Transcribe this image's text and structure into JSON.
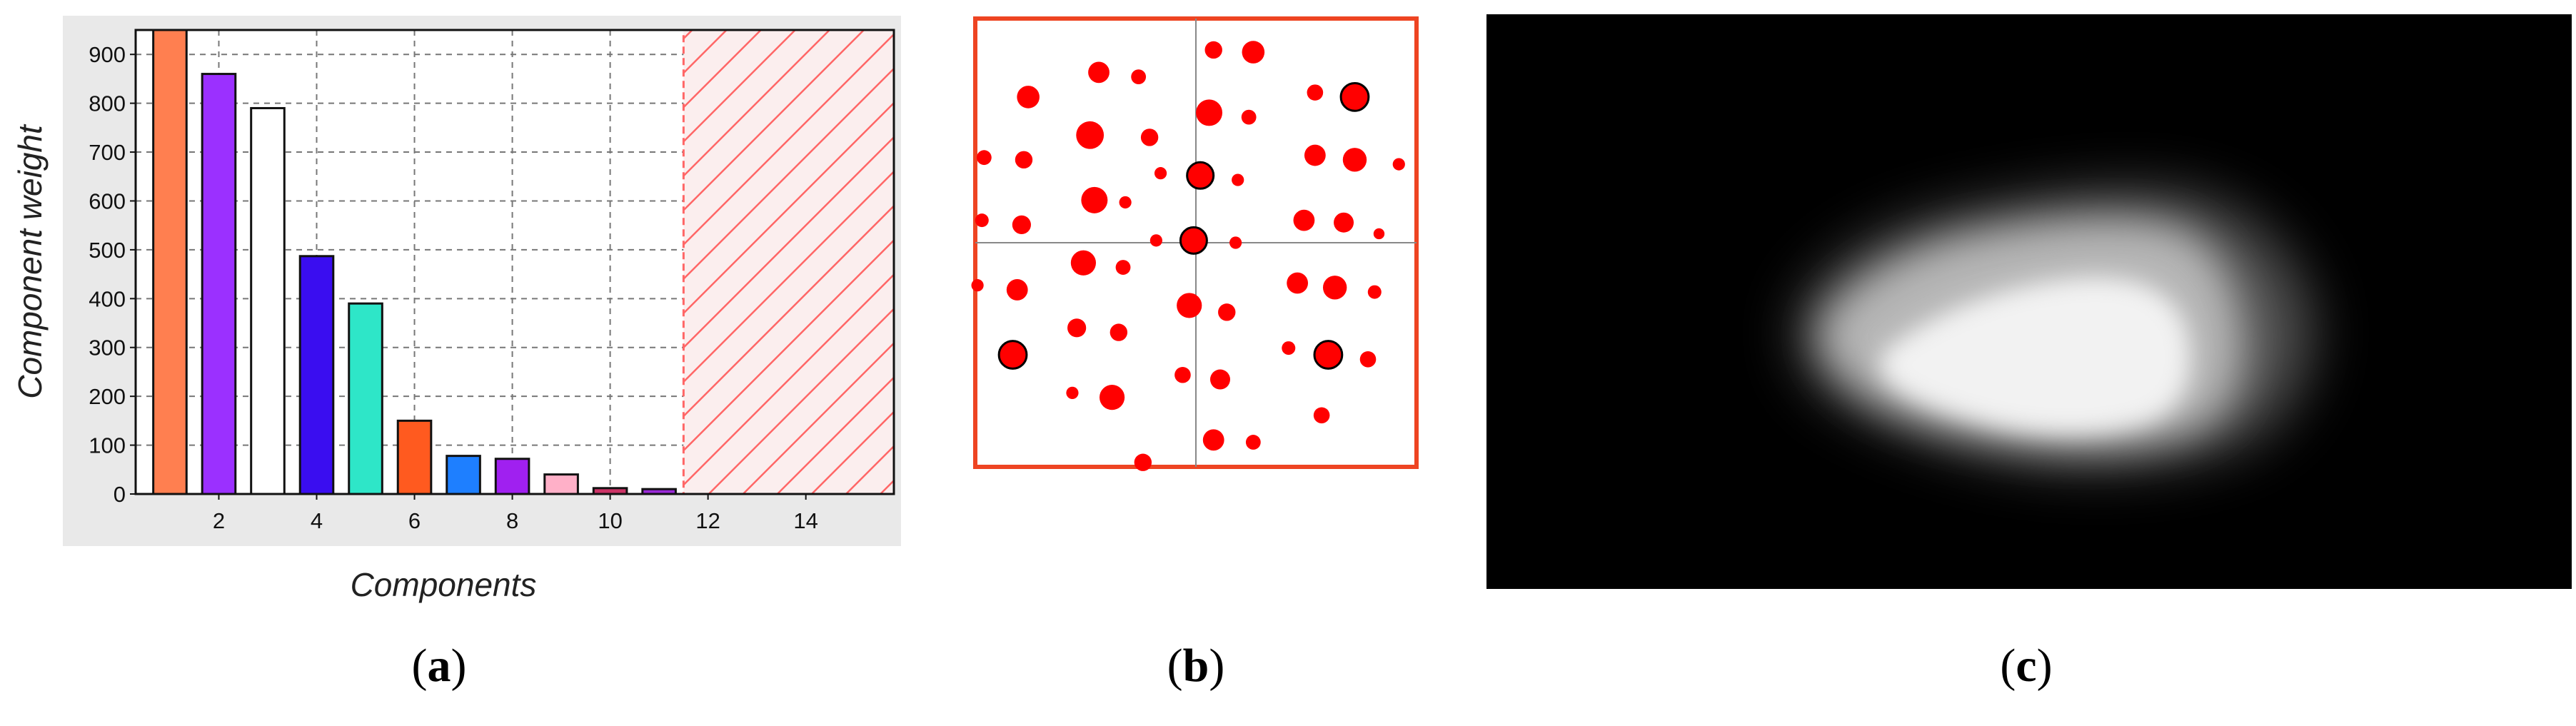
{
  "captions": {
    "a": {
      "open": "(",
      "letter": "a",
      "close": ")"
    },
    "b": {
      "open": "(",
      "letter": "b",
      "close": ")"
    },
    "c": {
      "open": "(",
      "letter": "c",
      "close": ")"
    }
  },
  "chart_data": [
    {
      "type": "bar",
      "title": "",
      "xlabel": "Components",
      "ylabel": "Component weight",
      "x": [
        1,
        2,
        3,
        4,
        5,
        6,
        7,
        8,
        9,
        10,
        11
      ],
      "values": [
        950,
        860,
        790,
        487,
        390,
        150,
        78,
        72,
        40,
        12,
        10
      ],
      "colors": [
        "#ff7f50",
        "#9b30ff",
        "#ffffff",
        "#3a0df0",
        "#2ee6c8",
        "#ff5a1f",
        "#1e7fff",
        "#a020f0",
        "#ffb0c8",
        "#cc3366",
        "#9a2ad8"
      ],
      "xlim": [
        0.3,
        15.8
      ],
      "ylim": [
        0,
        950
      ],
      "xticks": [
        2,
        4,
        6,
        8,
        10,
        12,
        14
      ],
      "yticks": [
        0,
        100,
        200,
        300,
        400,
        500,
        600,
        700,
        800,
        900
      ],
      "grid": true,
      "excluded_region": {
        "from": 11.5,
        "to": 15.8,
        "color": "#ff6666"
      },
      "background": "#e9e9e9"
    },
    {
      "type": "scatter",
      "title": "",
      "xlabel": "",
      "ylabel": "",
      "marker_color": "#ff0000",
      "frame_color": "#ee4422",
      "highlight_outline": "#000000",
      "xlim": [
        -1,
        1
      ],
      "ylim": [
        -1,
        1
      ],
      "points": [
        {
          "x": 0.08,
          "y": 0.86,
          "s": 0.8
        },
        {
          "x": 0.26,
          "y": 0.85,
          "s": 1.2
        },
        {
          "x": -0.44,
          "y": 0.76,
          "s": 1.1
        },
        {
          "x": -0.26,
          "y": 0.74,
          "s": 0.6
        },
        {
          "x": -0.76,
          "y": 0.65,
          "s": 1.2
        },
        {
          "x": 0.54,
          "y": 0.67,
          "s": 0.7
        },
        {
          "x": 0.72,
          "y": 0.65,
          "s": 1.6,
          "highlight": true
        },
        {
          "x": 0.06,
          "y": 0.58,
          "s": 1.5
        },
        {
          "x": 0.24,
          "y": 0.56,
          "s": 0.6
        },
        {
          "x": -0.48,
          "y": 0.48,
          "s": 1.6
        },
        {
          "x": -0.21,
          "y": 0.47,
          "s": 0.8
        },
        {
          "x": -0.96,
          "y": 0.38,
          "s": 0.6
        },
        {
          "x": -0.78,
          "y": 0.37,
          "s": 0.8
        },
        {
          "x": 0.54,
          "y": 0.39,
          "s": 1.1
        },
        {
          "x": 0.72,
          "y": 0.37,
          "s": 1.3
        },
        {
          "x": 0.92,
          "y": 0.35,
          "s": 0.4
        },
        {
          "x": -0.16,
          "y": 0.31,
          "s": 0.4
        },
        {
          "x": 0.02,
          "y": 0.3,
          "s": 1.5,
          "highlight": true
        },
        {
          "x": 0.19,
          "y": 0.28,
          "s": 0.4
        },
        {
          "x": -0.46,
          "y": 0.19,
          "s": 1.5
        },
        {
          "x": -0.32,
          "y": 0.18,
          "s": 0.4
        },
        {
          "x": 0.49,
          "y": 0.1,
          "s": 1.1
        },
        {
          "x": 0.67,
          "y": 0.09,
          "s": 1.0
        },
        {
          "x": -0.97,
          "y": 0.1,
          "s": 0.5
        },
        {
          "x": -0.79,
          "y": 0.08,
          "s": 0.9
        },
        {
          "x": -0.18,
          "y": 0.01,
          "s": 0.4
        },
        {
          "x": 0.83,
          "y": 0.04,
          "s": 0.3
        },
        {
          "x": -0.01,
          "y": 0.01,
          "s": 1.5,
          "highlight": true
        },
        {
          "x": 0.18,
          "y": 0.0,
          "s": 0.4
        },
        {
          "x": -0.51,
          "y": -0.09,
          "s": 1.4
        },
        {
          "x": -0.33,
          "y": -0.11,
          "s": 0.6
        },
        {
          "x": -0.99,
          "y": -0.19,
          "s": 0.4
        },
        {
          "x": -0.81,
          "y": -0.21,
          "s": 1.1
        },
        {
          "x": 0.46,
          "y": -0.18,
          "s": 1.1
        },
        {
          "x": 0.63,
          "y": -0.2,
          "s": 1.3
        },
        {
          "x": 0.81,
          "y": -0.22,
          "s": 0.5
        },
        {
          "x": -0.03,
          "y": -0.28,
          "s": 1.4
        },
        {
          "x": 0.14,
          "y": -0.31,
          "s": 0.8
        },
        {
          "x": -0.54,
          "y": -0.38,
          "s": 0.9
        },
        {
          "x": -0.35,
          "y": -0.4,
          "s": 0.8
        },
        {
          "x": -0.83,
          "y": -0.5,
          "s": 1.6,
          "highlight": true
        },
        {
          "x": 0.42,
          "y": -0.47,
          "s": 0.5
        },
        {
          "x": 0.6,
          "y": -0.5,
          "s": 1.6,
          "highlight": true
        },
        {
          "x": 0.78,
          "y": -0.52,
          "s": 0.7
        },
        {
          "x": -0.06,
          "y": -0.59,
          "s": 0.7
        },
        {
          "x": 0.11,
          "y": -0.61,
          "s": 1.0
        },
        {
          "x": -0.56,
          "y": -0.67,
          "s": 0.4
        },
        {
          "x": -0.38,
          "y": -0.69,
          "s": 1.4
        },
        {
          "x": 0.57,
          "y": -0.77,
          "s": 0.7
        },
        {
          "x": 0.08,
          "y": -0.88,
          "s": 1.1
        },
        {
          "x": 0.26,
          "y": -0.89,
          "s": 0.6
        },
        {
          "x": -0.24,
          "y": -0.98,
          "s": 0.8
        }
      ]
    }
  ],
  "image_c": {
    "background": "#000000",
    "blob_core": "#f2f2f2",
    "blob_mid": "#9a9a9a"
  }
}
